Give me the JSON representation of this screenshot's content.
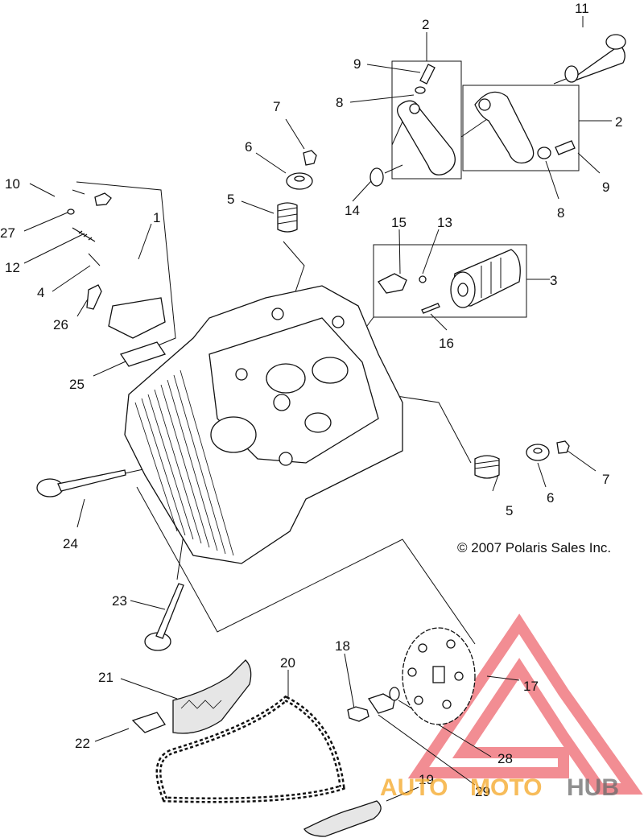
{
  "callouts": {
    "c1": "1",
    "c2a": "2",
    "c2b": "2",
    "c3": "3",
    "c4": "4",
    "c5a": "5",
    "c5b": "5",
    "c6a": "6",
    "c6b": "6",
    "c7a": "7",
    "c7b": "7",
    "c8a": "8",
    "c8b": "8",
    "c9a": "9",
    "c9b": "9",
    "c10": "10",
    "c11": "11",
    "c12": "12",
    "c13": "13",
    "c14": "14",
    "c15": "15",
    "c16": "16",
    "c17": "17",
    "c18": "18",
    "c19": "19",
    "c20": "20",
    "c21": "21",
    "c22": "22",
    "c23": "23",
    "c24": "24",
    "c25": "25",
    "c26": "26",
    "c27": "27",
    "c28": "28",
    "c29": "29"
  },
  "copyright": "© 2007 Polaris Sales Inc.",
  "watermark": {
    "text_auto": "AUTO",
    "text_moto": "MOTO",
    "text_hub": "HUB",
    "colors": {
      "red": "#e8303a",
      "orange": "#f5a623",
      "gray": "#6b6b6b"
    }
  }
}
